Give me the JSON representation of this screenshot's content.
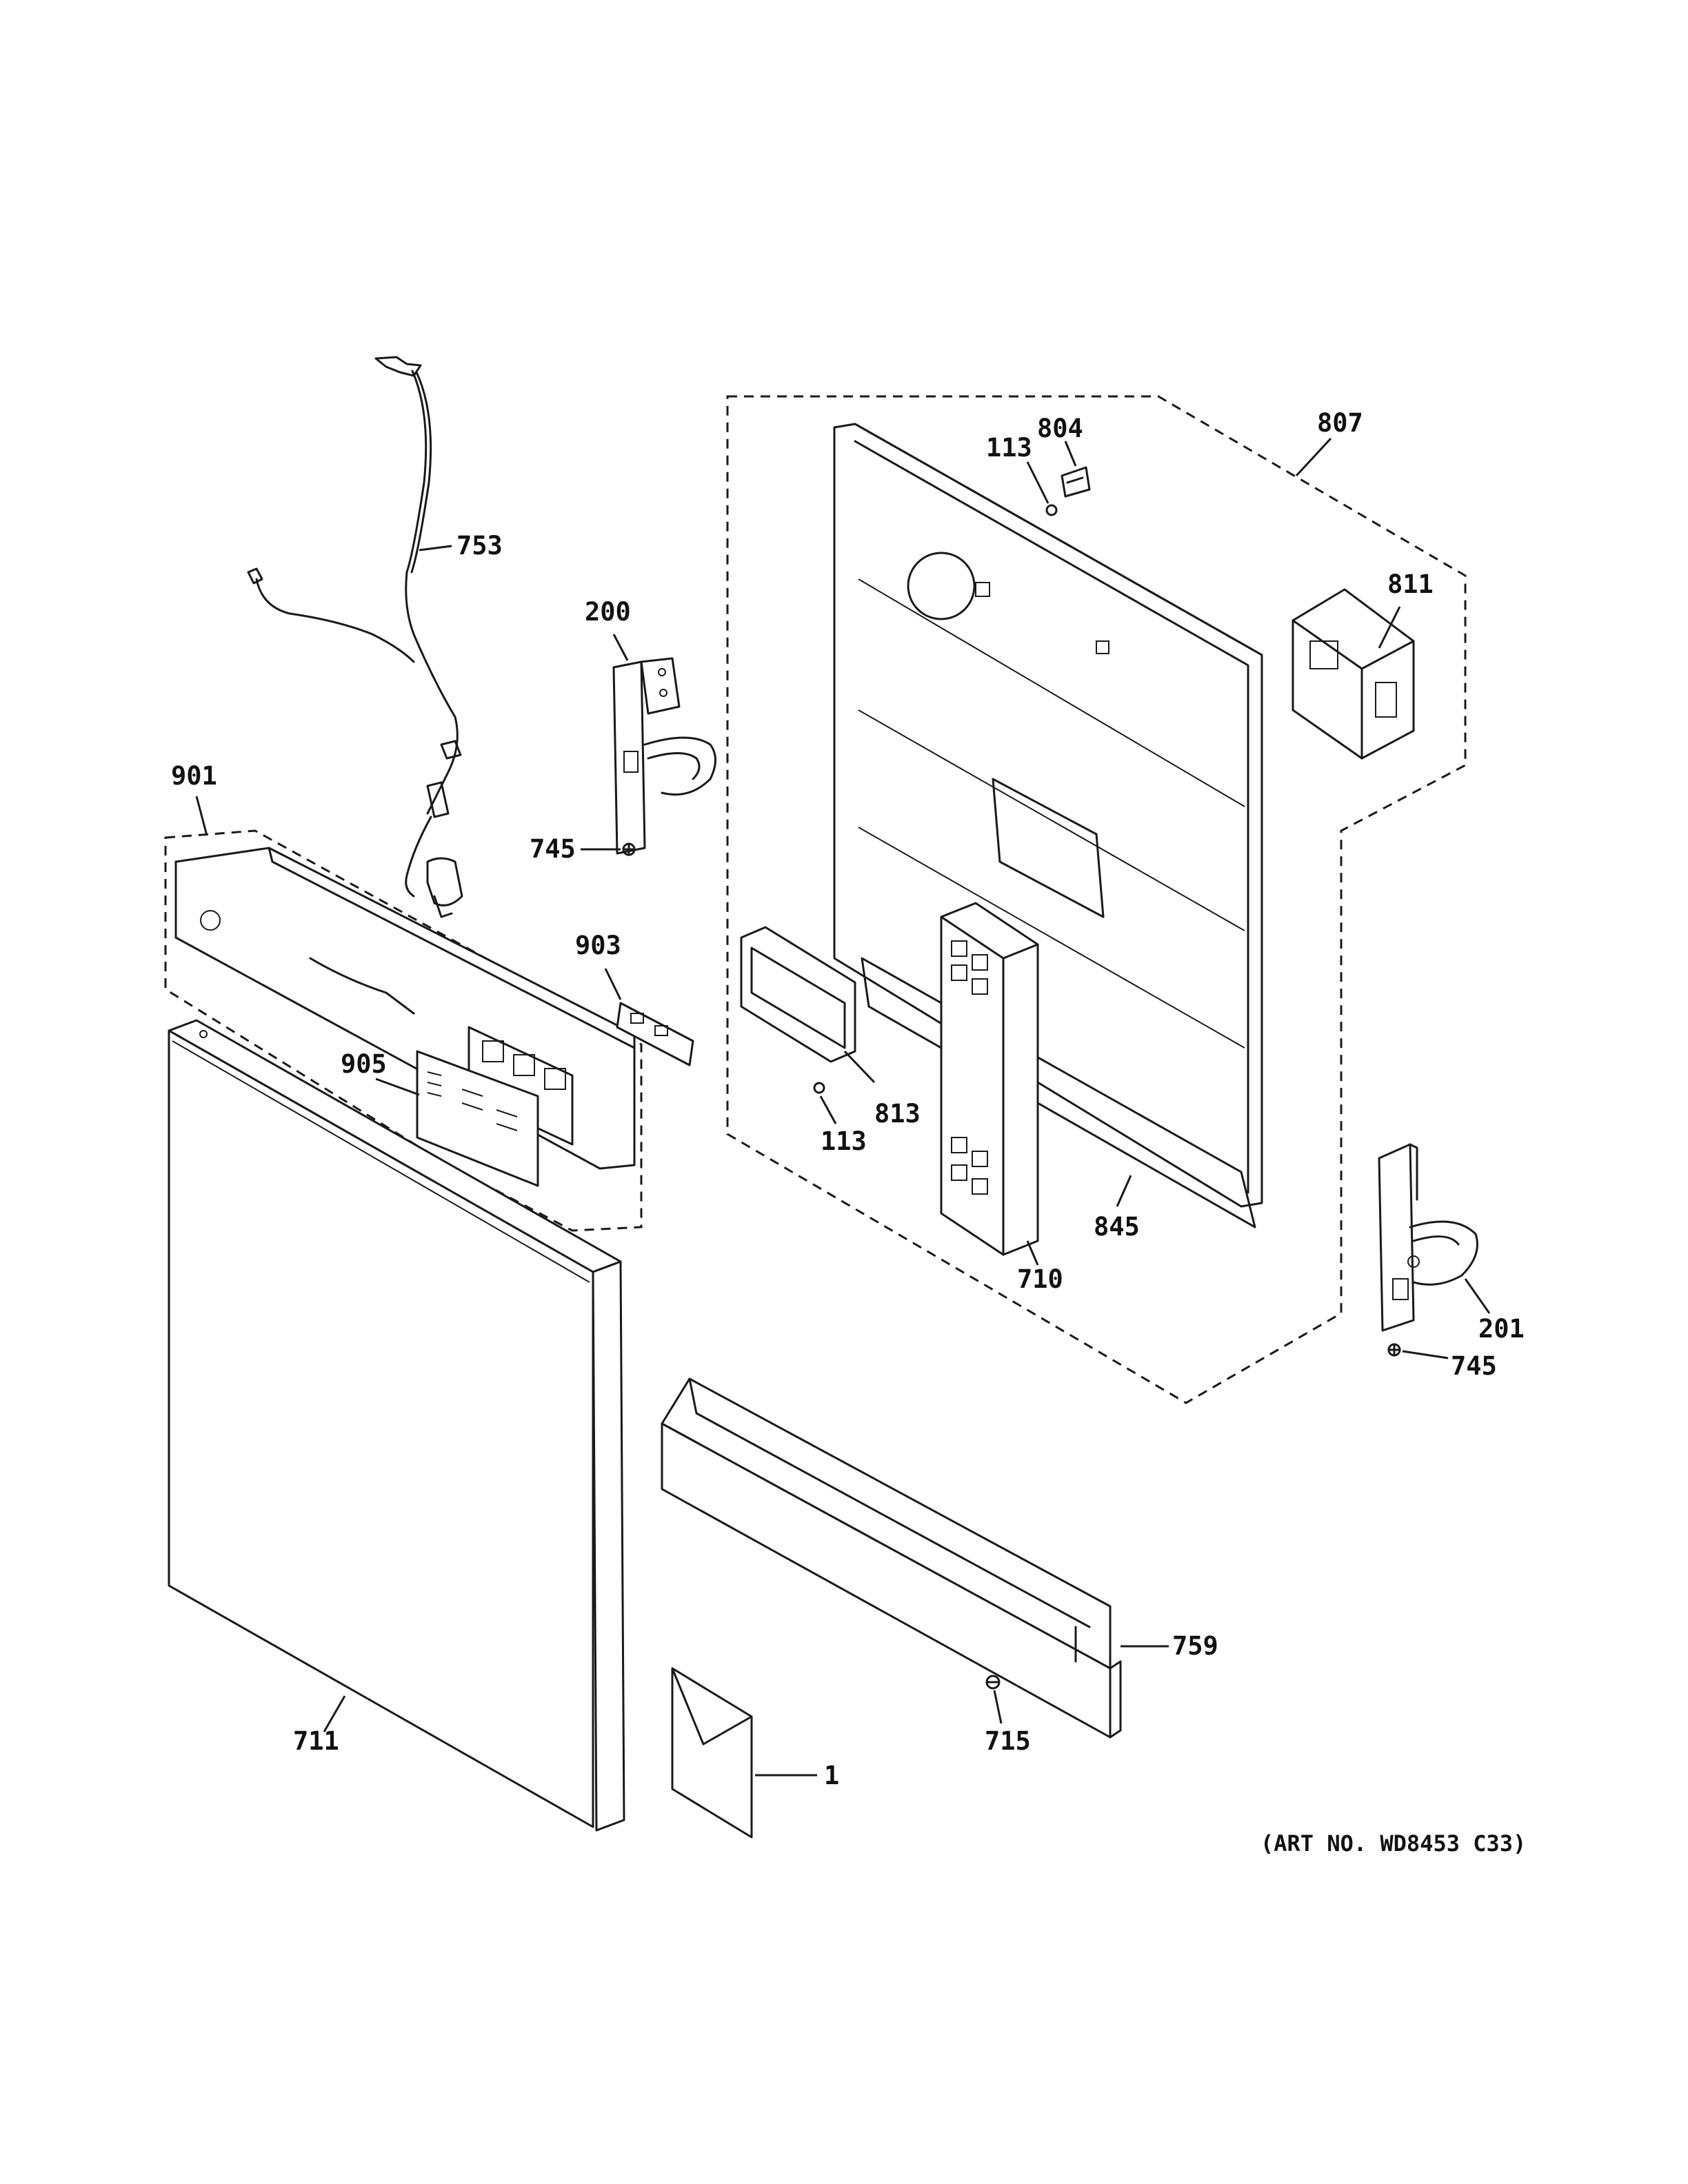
{
  "callouts": {
    "c753": "753",
    "c200": "200",
    "c745a": "745",
    "c901": "901",
    "c903": "903",
    "c905": "905",
    "c113a": "113",
    "c804": "804",
    "c807": "807",
    "c811": "811",
    "c813": "813",
    "c113b": "113",
    "c710": "710",
    "c845": "845",
    "c201": "201",
    "c745b": "745",
    "c759": "759",
    "c715": "715",
    "c711": "711",
    "c1": "1"
  },
  "art_number": "(ART NO. WD8453 C33)"
}
